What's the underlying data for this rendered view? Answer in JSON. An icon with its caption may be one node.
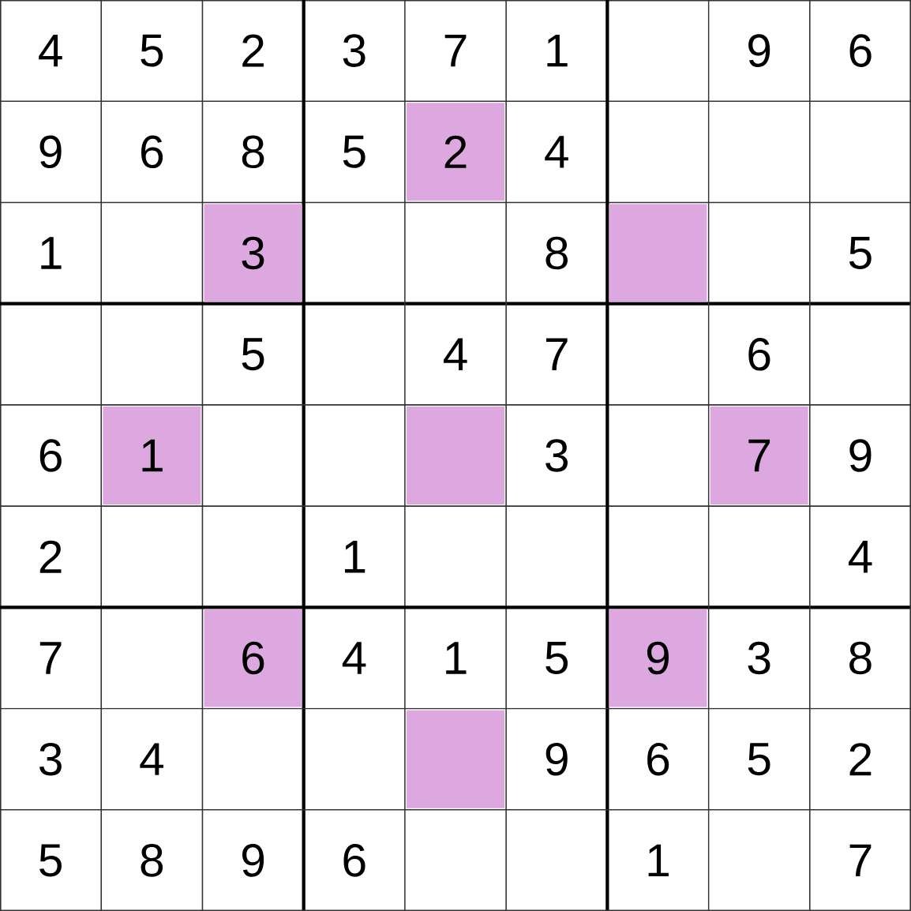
{
  "diagram": {
    "nodes": [
      {
        "text": [
          "2"
        ]
      },
      {
        "text": [
          "3"
        ]
      },
      {
        "text": [],
        "shape": "box"
      },
      {
        "text": [
          "1"
        ]
      },
      {
        "text": [],
        "shape": "box"
      },
      {
        "text": [
          "7"
        ]
      },
      {
        "text": [
          "6"
        ]
      },
      {
        "text": [
          "9"
        ]
      },
      {
        "text": [],
        "shape": "box"
      }
    ],
    "labels": [
      "4",
      "5",
      "2",
      "3",
      "7",
      "1",
      "9",
      "6",
      "9",
      "6",
      "8",
      "5",
      "4",
      "1",
      "8",
      "5",
      "5",
      "4",
      "7",
      "6",
      "6",
      "3",
      "9",
      "2",
      "1",
      "4",
      "7",
      "4",
      "1",
      "5",
      "3",
      "8",
      "3",
      "4",
      "9",
      "6",
      "5",
      "2",
      "5",
      "8",
      "9",
      "6",
      "1",
      "7"
    ]
  }
}
